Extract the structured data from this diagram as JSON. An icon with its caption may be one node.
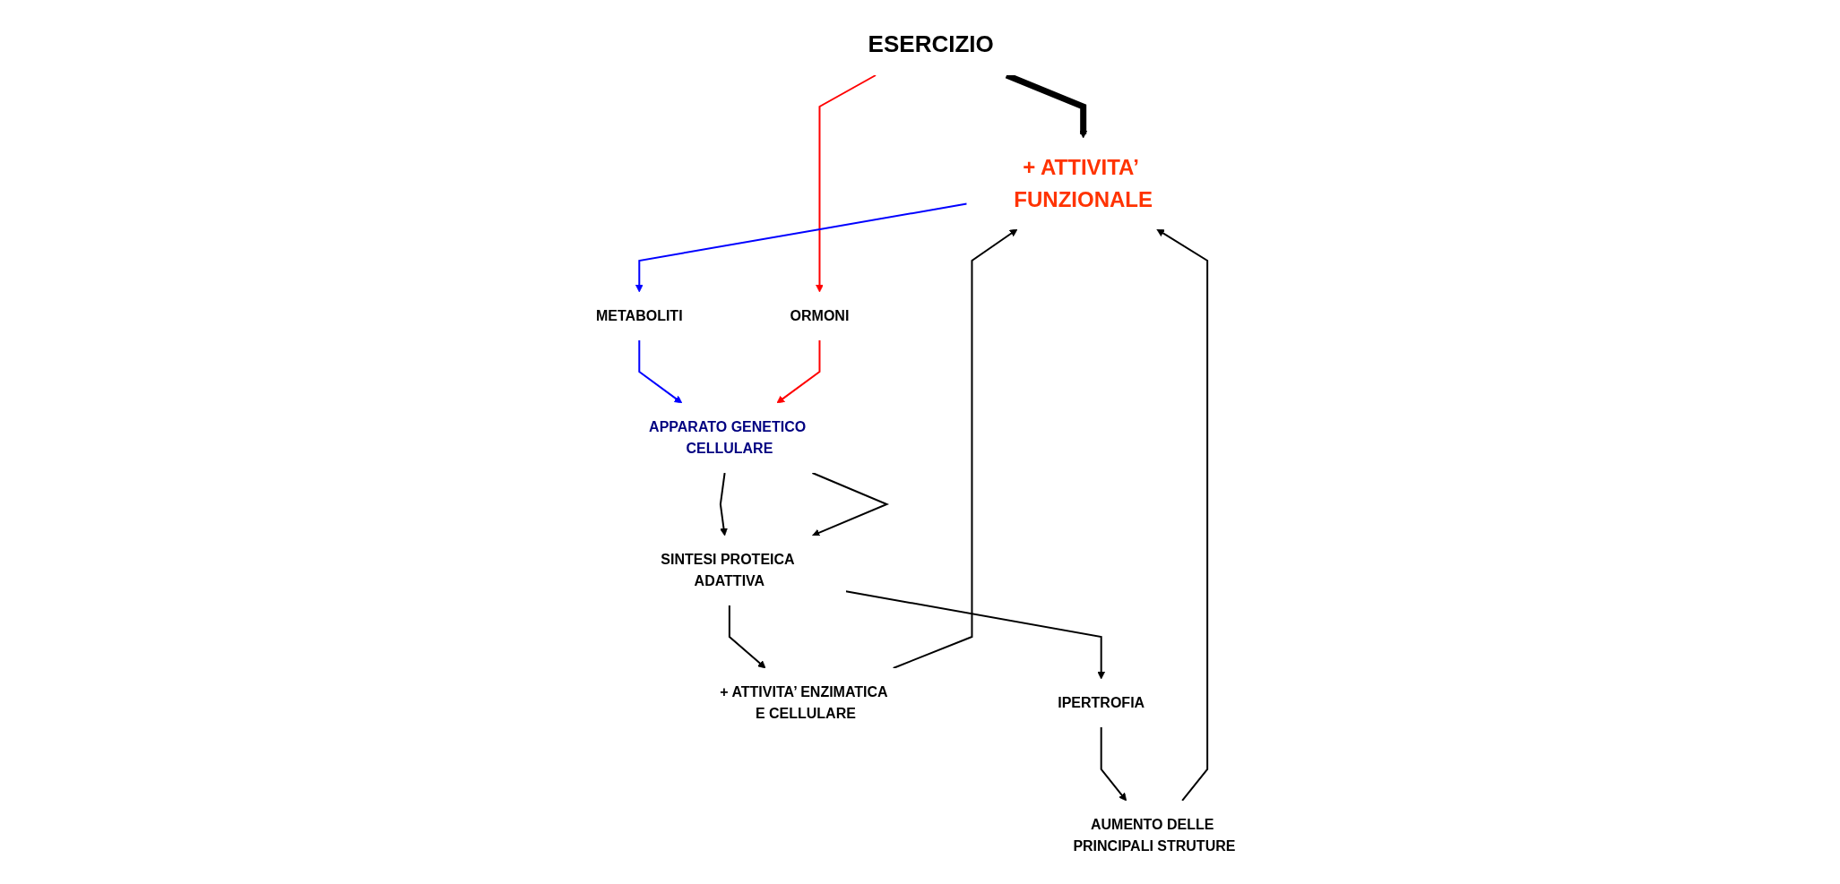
{
  "diagram": {
    "nodes": [
      {
        "text": [
          "ESERCIZIO"
        ]
      },
      {
        "text": [
          "+ ATTIVITA’ FUNZIONALE"
        ]
      },
      {
        "text": [
          "AUMENTO DELLE PRINCIPALI STRUTURE"
        ]
      },
      {
        "text": [
          "+ ATTIVITA’ ENZIMATICA E CELLULARE"
        ]
      },
      {
        "text": [
          "IPERTROFIA"
        ]
      },
      {
        "text": [
          "METABOLITI"
        ]
      },
      {
        "text": [
          "ORMONI"
        ]
      },
      {
        "text": [
          "SINTESI PROTEICA ADATTIVA"
        ]
      },
      {
        "text": [
          "APPARATO GENETICO CELLULARE"
        ]
      }
    ],
    "edges": [
      {
        "from": 0,
        "to": 1,
        "arrow": "to",
        "style": "thick"
      },
      {
        "from": 0,
        "to": 6,
        "arrow": "to",
        "color": "#ff0000"
      },
      {
        "from": 1,
        "to": 5,
        "arrow": "to",
        "color": "#0000ff"
      },
      {
        "from": 5,
        "to": 8,
        "arrow": "to",
        "color": "#0000ff"
      },
      {
        "from": 6,
        "to": 8,
        "arrow": "to",
        "color": "#ff0000"
      },
      {
        "from": 8,
        "to": 7,
        "arrow": "to"
      },
      {
        "from": 8,
        "to": 7,
        "arrow": "to"
      },
      {
        "from": 7,
        "to": 3,
        "arrow": "to"
      },
      {
        "from": 7,
        "to": 4,
        "arrow": "to"
      },
      {
        "from": 4,
        "to": 2,
        "arrow": "to"
      },
      {
        "from": 2,
        "to": 1,
        "arrow": "to"
      },
      {
        "from": 3,
        "to": 1,
        "arrow": "to"
      }
    ]
  }
}
